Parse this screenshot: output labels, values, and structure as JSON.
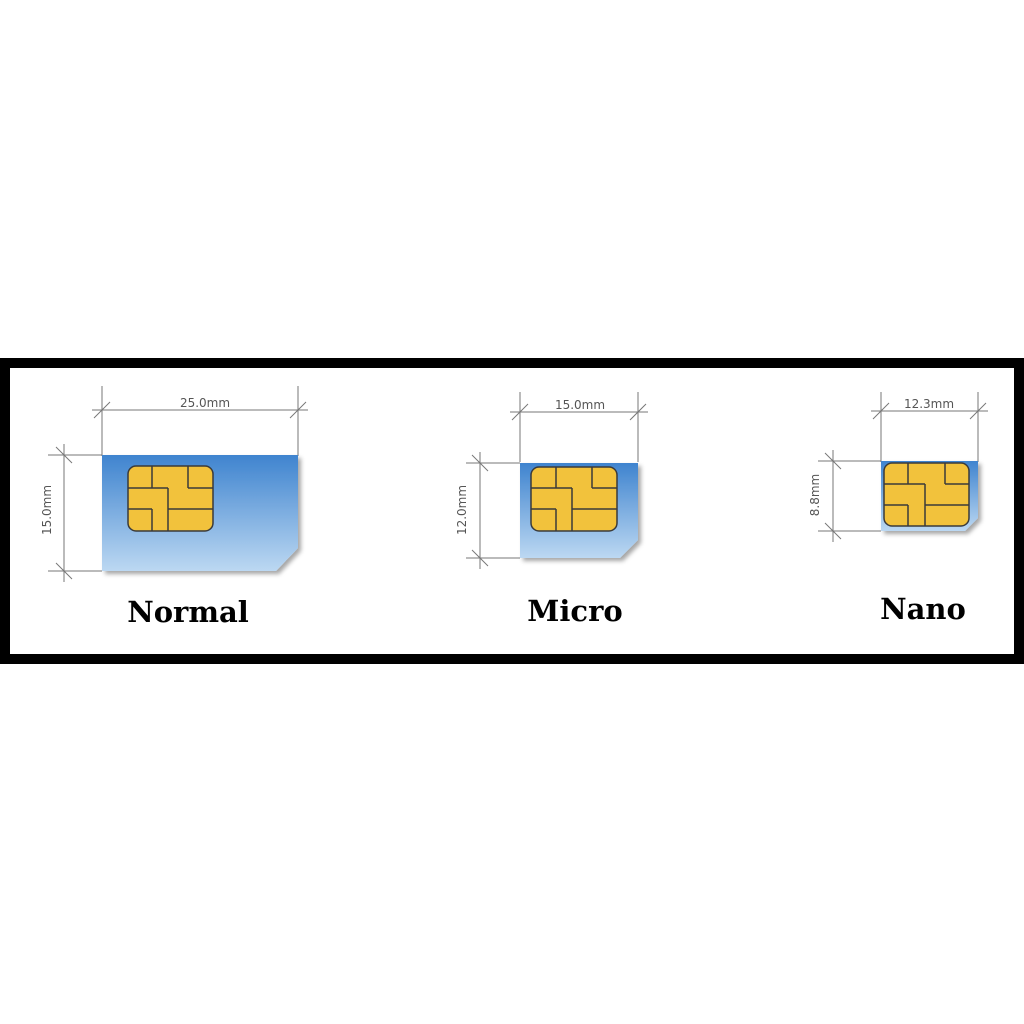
{
  "colors": {
    "frame": "#000000",
    "card_top": "#3f84cf",
    "card_bottom": "#b9d6f1",
    "chip": "#f2c23c",
    "chip_outline": "#3a3a3a",
    "dimension_line": "#777777"
  },
  "sims": [
    {
      "label": "Normal",
      "width_label": "25.0mm",
      "height_label": "15.0mm"
    },
    {
      "label": "Micro",
      "width_label": "15.0mm",
      "height_label": "12.0mm"
    },
    {
      "label": "Nano",
      "width_label": "12.3mm",
      "height_label": "8.8mm"
    }
  ]
}
